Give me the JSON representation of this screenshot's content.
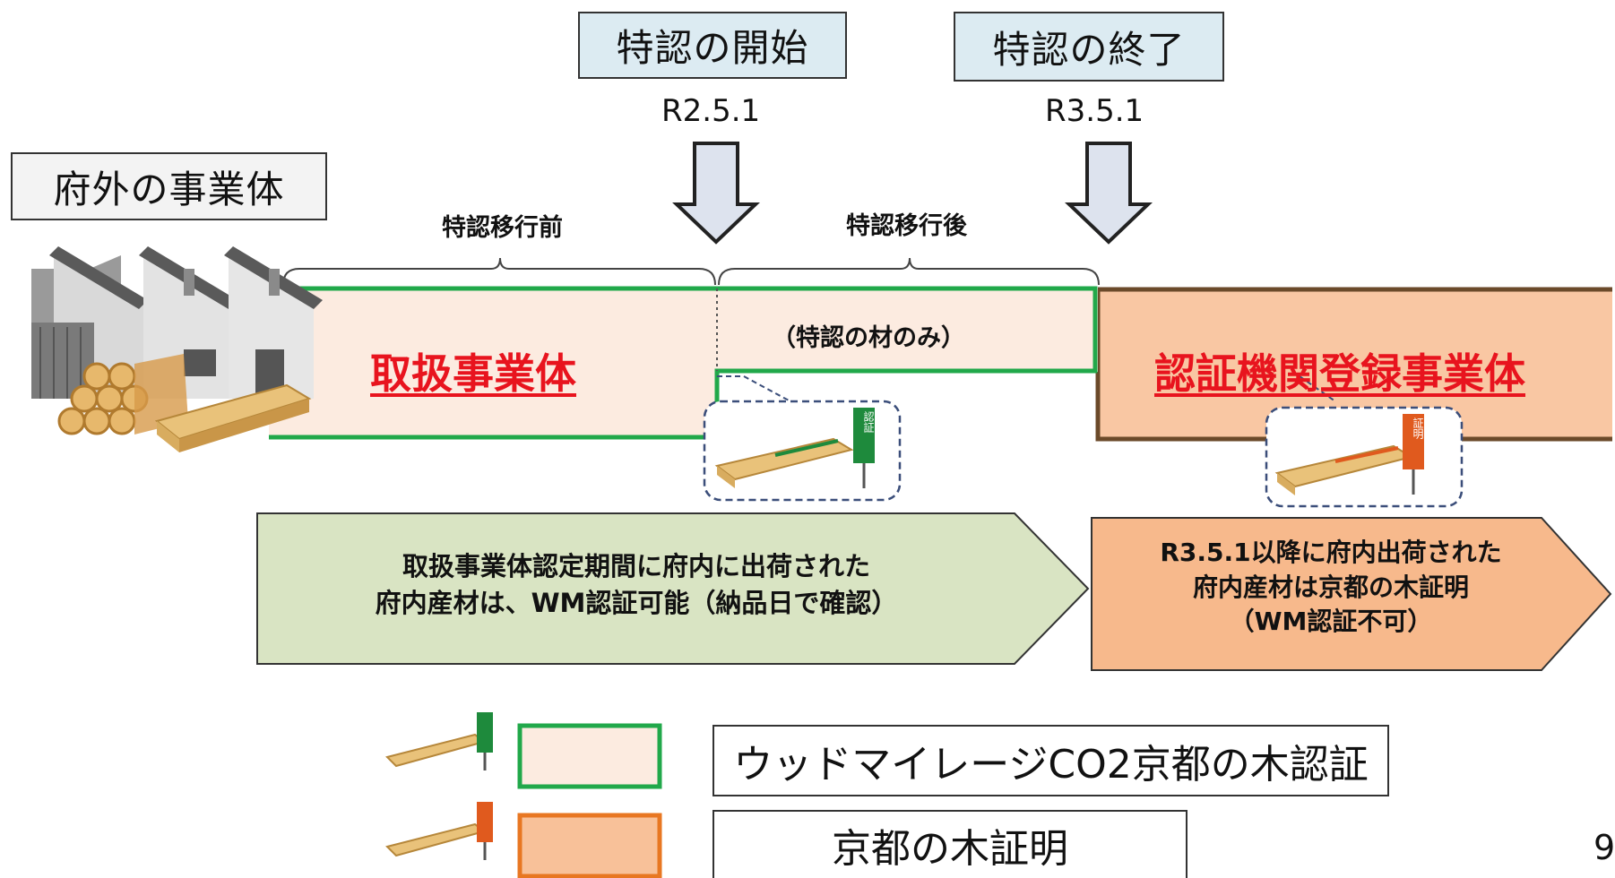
{
  "milestones": {
    "start": {
      "label": "特認の開始",
      "date": "R2.5.1"
    },
    "end": {
      "label": "特認の終了",
      "date": "R3.5.1"
    }
  },
  "outside_business_label": "府外の事業体",
  "periods": {
    "before": "特認移行前",
    "after": "特認移行後",
    "only_material": "（特認の材のみ）"
  },
  "handlers_label": "取扱事業体",
  "registered_label": "認証機関登録事業体",
  "notes": {
    "green": [
      "取扱事業体認定期間に府内に出荷された",
      "府内産材は、WM認証可能（納品日で確認）"
    ],
    "orange": [
      "R3.5.1以降に府内出荷された",
      "府内産材は京都の木証明",
      "（WM認証不可）"
    ]
  },
  "legend": [
    {
      "label": "ウッドマイレージCO2京都の木認証",
      "tag": "認証",
      "tag_color": "#1e8a3c"
    },
    {
      "label": "京都の木証明",
      "tag": "証明",
      "tag_color": "#e05a1e"
    }
  ],
  "page_number": "9",
  "colors": {
    "green_line": "#21a84a",
    "peach_fill": "#fcebe0",
    "orange_fill": "#f8c199",
    "orange_border": "#e87722",
    "brown_border": "#6b4a2a",
    "milestone_bg": "#dcebf2",
    "arrow_fill": "#dde3ee",
    "note_green_fill": "#d9e4c3",
    "note_orange_fill": "#f7b98c"
  }
}
